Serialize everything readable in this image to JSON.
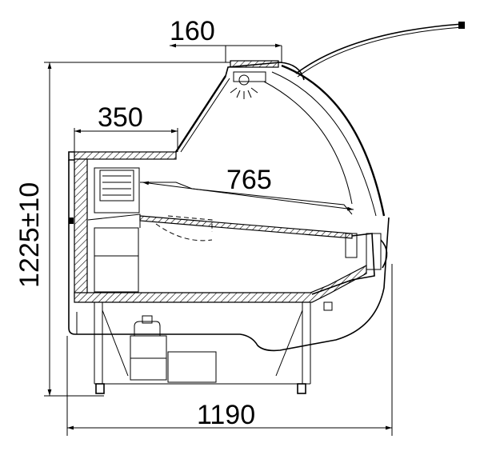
{
  "dimensions": {
    "top_width": "160",
    "shelf_depth": "350",
    "display_depth": "765",
    "height": "1225±10",
    "total_width": "1190"
  }
}
